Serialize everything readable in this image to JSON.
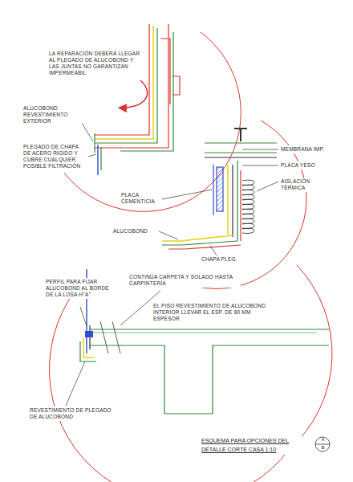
{
  "diagram": {
    "caption": "ESQUEMA PARA OPCIONES DEL DETALLE CORTE CASA 1:10",
    "labels": [
      "LA REPARACIÓN DEBERÁ LLEGAR AL PLEGADO DE ALUCOBOND Y LAS JUNTAS NO GARANTIZAN IMPERMEABIL",
      "ALUCOBOND REVESTIMIENTO EXTERIOR",
      "PLEGADO DE CHAPA DE ACERO RÍGIDO Y CUBRE CUALQUIER POSIBLE FILTRACIÓN",
      "MEMBRANA IMP.",
      "PLACA YESO",
      "AISLACIÓN TÉRMICA",
      "PLACA CEMENTICIA",
      "ALUCOBOND",
      "CHAPA PLEG.",
      "PERFIL PARA FIJAR ALUCOBOND AL BORDE DE LA LOSA H°A°",
      "CONTINÚA CARPETA Y SOLADO HASTA CARPINTERÍA",
      "EL PISO REVESTIMIENTO DE ALUCOBOND INTERIOR LLEVAR EL ESP. DE 80 MM ESPESOR",
      "REVESTIMIENTO DE PLEGADO DE ALUCOBOND",
      "A",
      "B"
    ]
  }
}
